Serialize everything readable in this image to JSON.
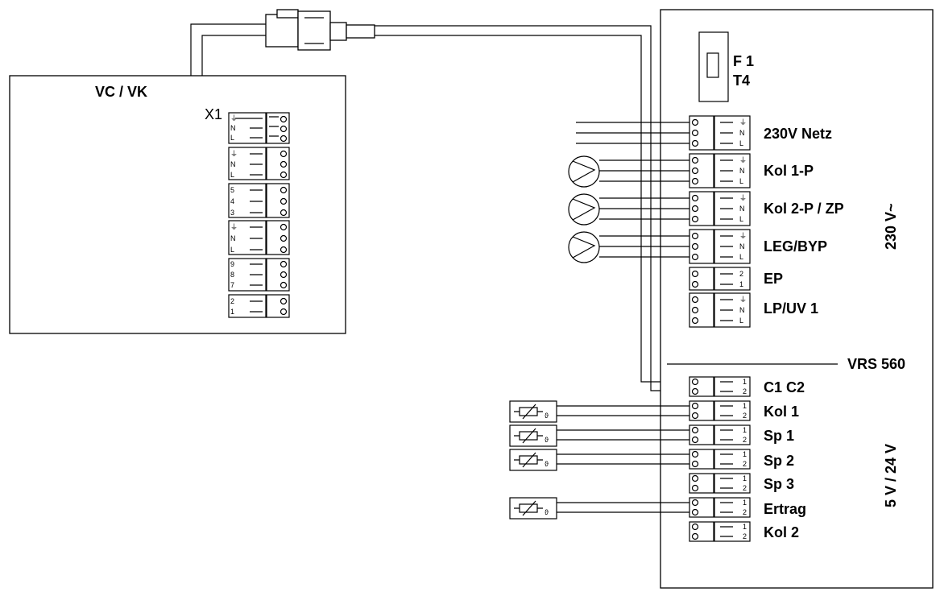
{
  "devices": {
    "boiler_label": "VC / VK",
    "controller_label": "VRS 560"
  },
  "boiler_terminals": {
    "header": "X1",
    "blocks": [
      [
        "⏚",
        "N",
        "L"
      ],
      [
        "⏚",
        "N",
        "L"
      ],
      [
        "5",
        "4",
        "3"
      ],
      [
        "⏚",
        "N",
        "L"
      ],
      [
        "9",
        "8",
        "7"
      ],
      [
        "2",
        "1"
      ]
    ]
  },
  "fuse": {
    "line1": "F 1",
    "line2": "T4"
  },
  "high_voltage_group": {
    "voltage_label": "230 V~",
    "terminals": [
      {
        "label": "230V Netz",
        "pins": [
          "⏚",
          "N",
          "L"
        ]
      },
      {
        "label": "Kol 1-P",
        "pins": [
          "⏚",
          "N",
          "L"
        ]
      },
      {
        "label": "Kol 2-P / ZP",
        "pins": [
          "⏚",
          "N",
          "L"
        ]
      },
      {
        "label": "LEG/BYP",
        "pins": [
          "⏚",
          "N",
          "L"
        ]
      },
      {
        "label": "EP",
        "pins": [
          "2",
          "1"
        ]
      },
      {
        "label": "LP/UV 1",
        "pins": [
          "⏚",
          "N",
          "L"
        ]
      }
    ]
  },
  "low_voltage_group": {
    "voltage_label": "5 V / 24 V",
    "terminals": [
      {
        "label": "C1 C2",
        "pins": [
          "1",
          "2"
        ]
      },
      {
        "label": "Kol 1",
        "pins": [
          "1",
          "2"
        ]
      },
      {
        "label": "Sp 1",
        "pins": [
          "1",
          "2"
        ]
      },
      {
        "label": "Sp 2",
        "pins": [
          "1",
          "2"
        ]
      },
      {
        "label": "Sp 3",
        "pins": [
          "1",
          "2"
        ]
      },
      {
        "label": "Ertrag",
        "pins": [
          "1",
          "2"
        ]
      },
      {
        "label": "Kol 2",
        "pins": [
          "1",
          "2"
        ]
      }
    ]
  }
}
